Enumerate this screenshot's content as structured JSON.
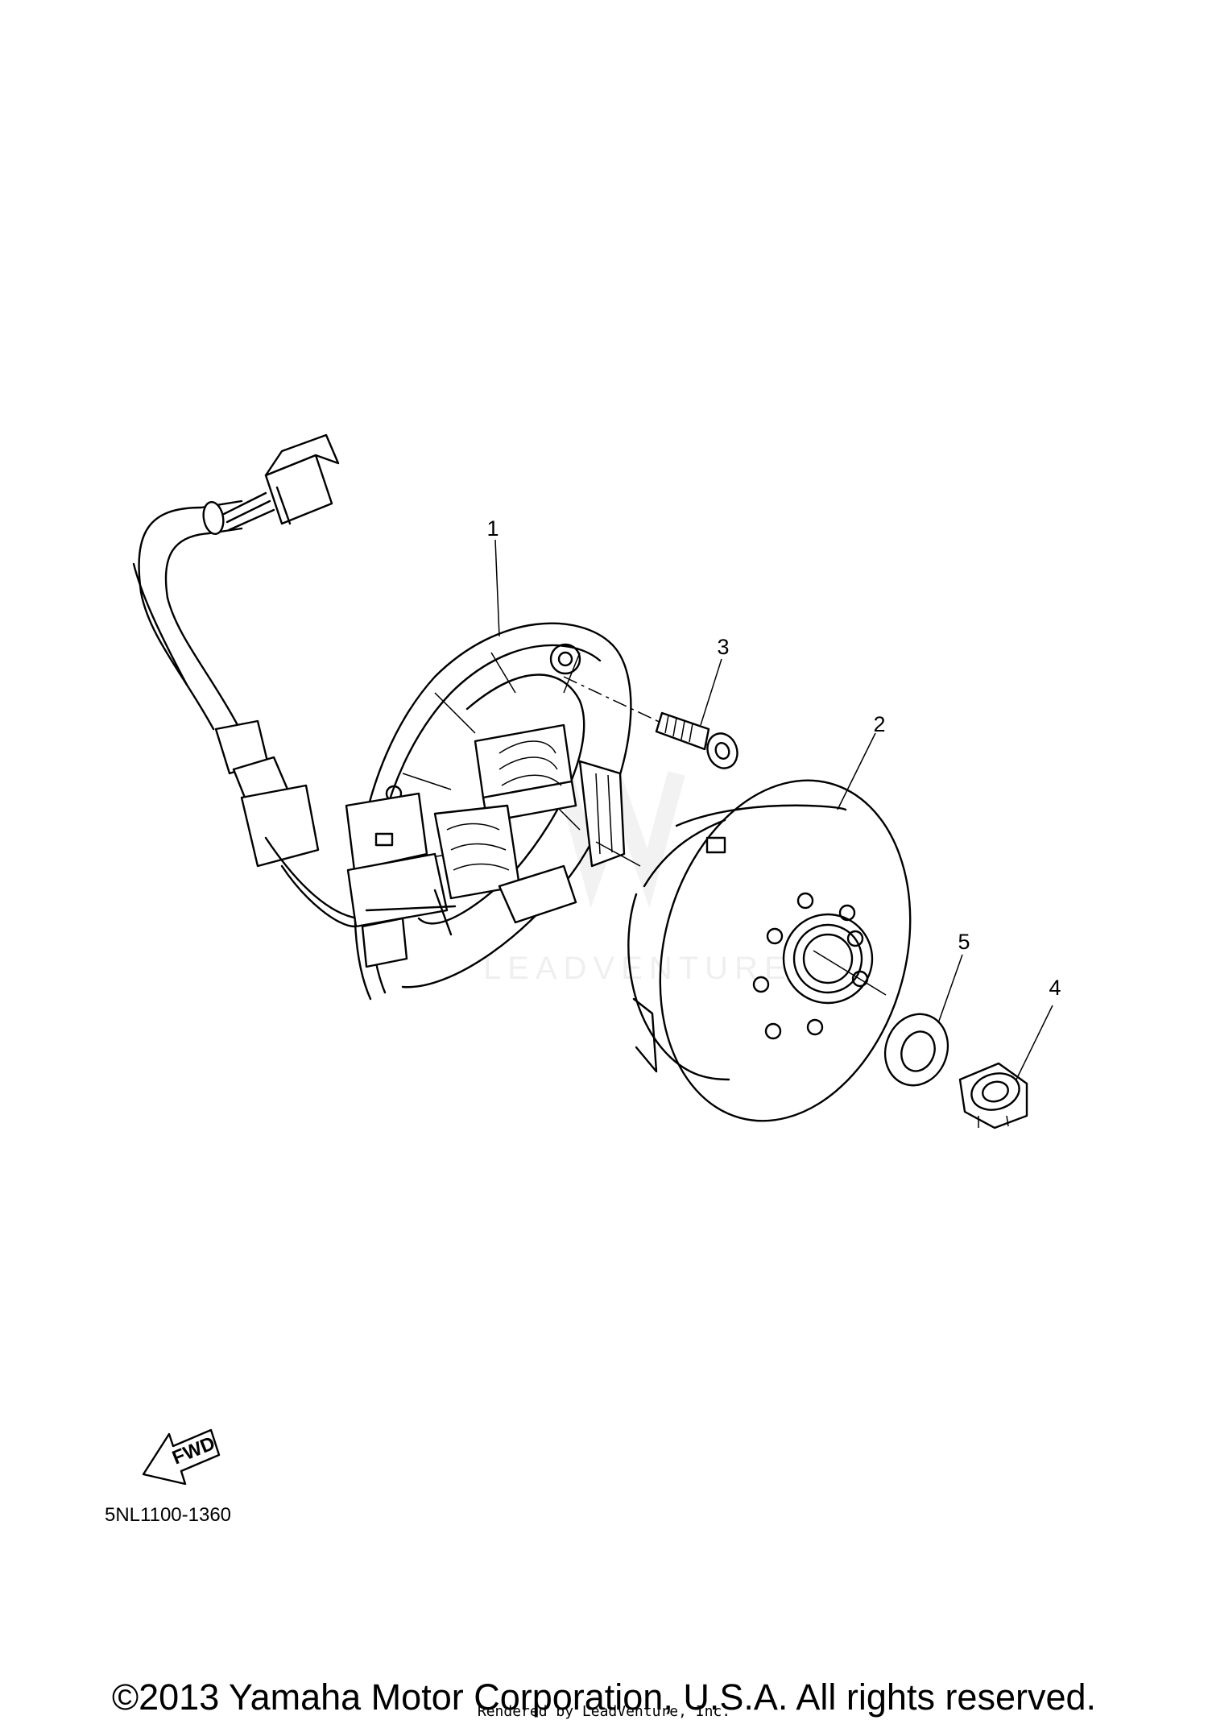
{
  "diagram": {
    "callouts": [
      {
        "id": "1",
        "label": "1"
      },
      {
        "id": "2",
        "label": "2"
      },
      {
        "id": "3",
        "label": "3"
      },
      {
        "id": "4",
        "label": "4"
      },
      {
        "id": "5",
        "label": "5"
      }
    ],
    "fwd_label": "FWD",
    "part_code": "5NL1100-1360",
    "watermark": "LEADVENTURE"
  },
  "footer": {
    "copyright": "©2013 Yamaha Motor Corporation, U.S.A. All rights reserved.",
    "rendered_by": "Rendered by LeadVenture, Inc."
  }
}
